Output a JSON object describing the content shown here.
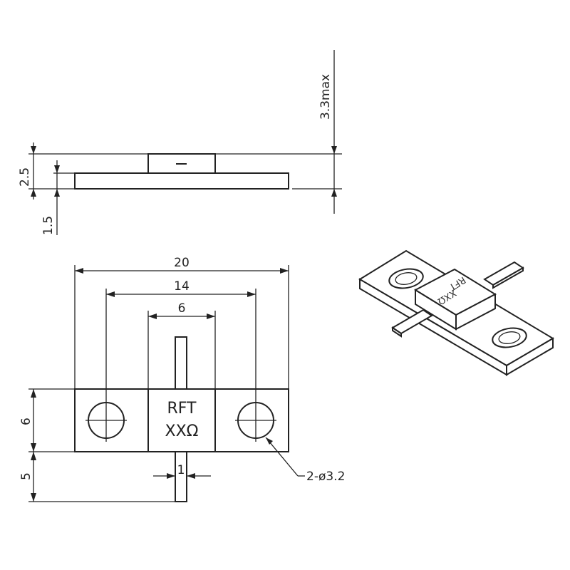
{
  "side_view": {
    "dim_max_height": "3.3max",
    "dim_total_height": "2.5",
    "dim_base_thickness": "1.5"
  },
  "top_view": {
    "dim_body_width": "20",
    "dim_hole_spacing": "14",
    "dim_chip_width": "6",
    "dim_base_height": "6",
    "dim_lead_length": "5",
    "dim_lead_width": "1",
    "hole_callout": "2-ø3.2",
    "chip_label_line1": "RFT",
    "chip_label_line2": "XXΩ"
  },
  "iso_view": {
    "chip_label_line1": "RFT",
    "chip_label_line2": "XXΩ"
  }
}
